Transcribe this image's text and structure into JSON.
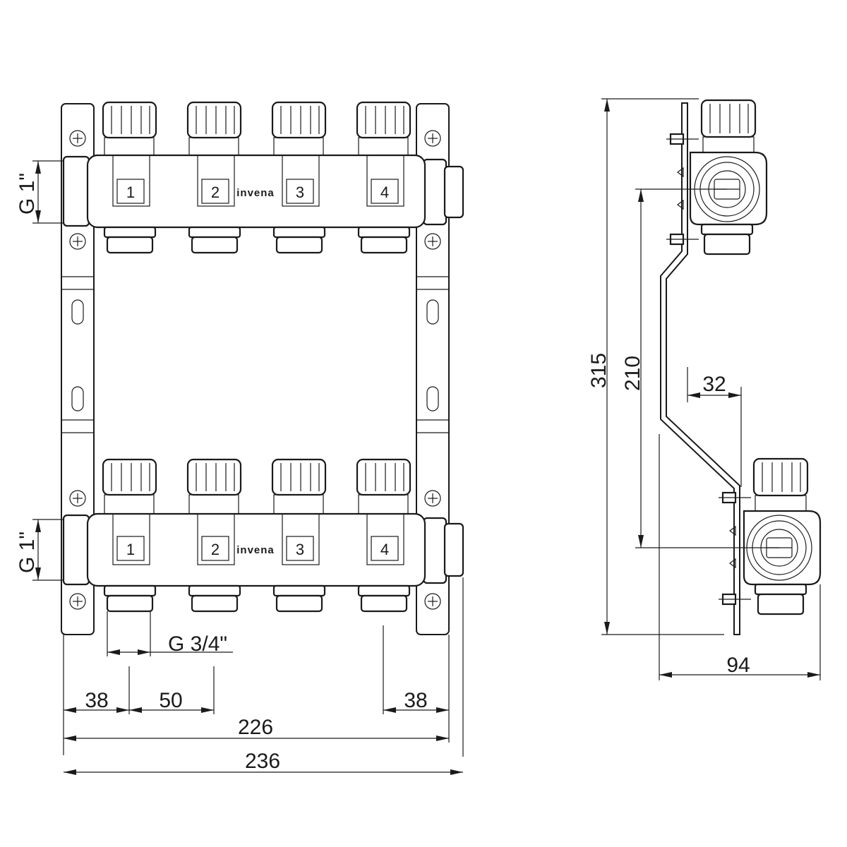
{
  "brand": "invena",
  "outlet_numbers": [
    "1",
    "2",
    "3",
    "4"
  ],
  "dimensions": {
    "inlet_thread": "G 1\"",
    "outlet_thread": "G 3/4\"",
    "edge_left": "38",
    "spacing": "50",
    "edge_right": "38",
    "width_inner": "226",
    "width_total": "236",
    "height_total": "315",
    "height_axis": "210",
    "depth_offset": "32",
    "depth_total": "94"
  }
}
